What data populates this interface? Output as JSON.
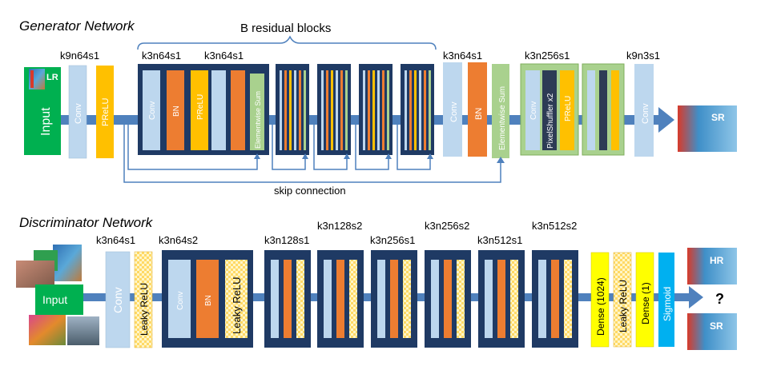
{
  "colors": {
    "blue_block": "#1f3a64",
    "light_blue": "#bdd7ee",
    "orange": "#ed7d31",
    "yellow": "#ffc000",
    "bright_yellow": "#ffff00",
    "green_block": "#b4d99a",
    "elementwise": "#a9d18e",
    "input_green": "#00b050",
    "sigmoid": "#00b0f0",
    "arrow": "#4f81bd"
  },
  "generator": {
    "title": "Generator Network",
    "input_label": "Input",
    "input_sup": "LR",
    "residual_label": "B residual blocks",
    "skip_label": "skip connection",
    "output_sup": "SR",
    "dims": [
      "k9n64s1",
      "k3n64s1",
      "k3n64s1",
      "k3n64s1",
      "k3n256s1",
      "k9n3s1"
    ],
    "layers": {
      "conv": "Conv",
      "prelu": "PReLU",
      "bn": "BN",
      "elementwise": "Elementwise Sum",
      "pixelshuffler": "PixelShuffler x2"
    }
  },
  "discriminator": {
    "title": "Discriminator Network",
    "input_label": "Input",
    "hr_sup": "HR",
    "sr_sup": "SR",
    "question": "?",
    "dims_bottom": [
      "k3n64s1",
      "k3n64s2",
      "k3n128s1",
      "k3n256s1",
      "k3n512s1"
    ],
    "dims_top": [
      "k3n128s2",
      "k3n256s2",
      "k3n512s2"
    ],
    "layers": {
      "conv": "Conv",
      "leaky": "Leaky ReLU",
      "bn": "BN",
      "dense1024": "Dense (1024)",
      "dense1": "Dense (1)",
      "sigmoid": "Sigmoid"
    }
  }
}
